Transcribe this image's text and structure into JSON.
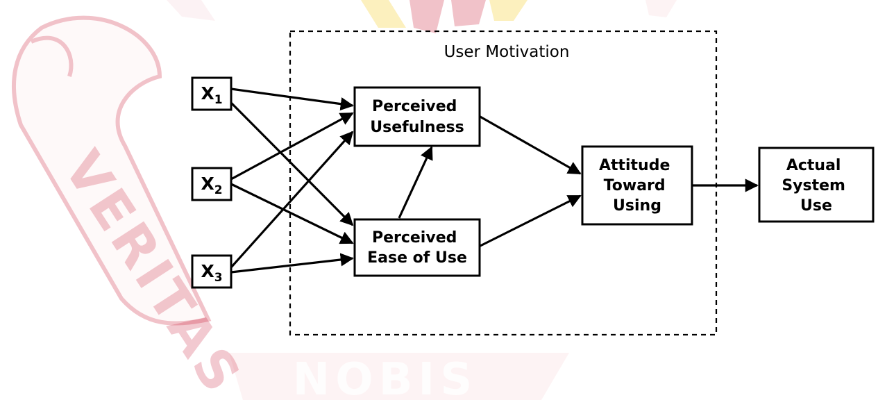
{
  "watermark": {
    "banner_text": "VERITAS",
    "motto": "NOBIS",
    "colors": {
      "red": "#c8102e",
      "gold": "#f5c400",
      "light_red": "#f7cfd4",
      "banner_fill": "#fde8ea"
    }
  },
  "diagram": {
    "frame_label": "User Motivation",
    "inputs": [
      {
        "base": "X",
        "subscript": "1"
      },
      {
        "base": "X",
        "subscript": "2"
      },
      {
        "base": "X",
        "subscript": "3"
      }
    ],
    "nodes": {
      "usefulness": [
        "Perceived",
        "Usefulness"
      ],
      "ease": [
        "Perceived",
        "Ease of Use"
      ],
      "attitude": [
        "Attitude",
        "Toward",
        "Using"
      ],
      "use": [
        "Actual",
        "System",
        "Use"
      ]
    },
    "edges": [
      [
        "X1",
        "Perceived Usefulness"
      ],
      [
        "X1",
        "Perceived Ease of Use"
      ],
      [
        "X2",
        "Perceived Usefulness"
      ],
      [
        "X2",
        "Perceived Ease of Use"
      ],
      [
        "X3",
        "Perceived Usefulness"
      ],
      [
        "X3",
        "Perceived Ease of Use"
      ],
      [
        "Perceived Ease of Use",
        "Perceived Usefulness"
      ],
      [
        "Perceived Usefulness",
        "Attitude Toward Using"
      ],
      [
        "Perceived Ease of Use",
        "Attitude Toward Using"
      ],
      [
        "Attitude Toward Using",
        "Actual System Use"
      ]
    ]
  }
}
